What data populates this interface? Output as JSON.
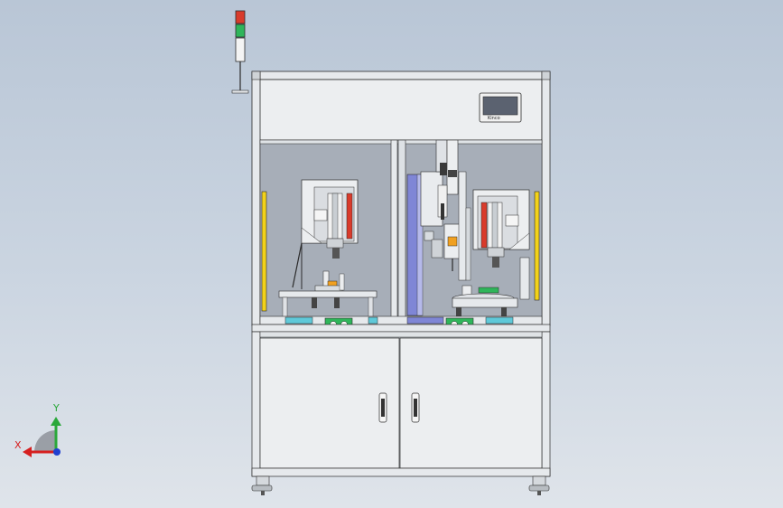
{
  "viewport": {
    "background_top": "#b9c6d6",
    "background_bottom": "#dfe4ea"
  },
  "machine": {
    "frame_color": "#e6e9ec",
    "panel_color": "#eceef0",
    "interior_color": "#a7aeb8",
    "outline_color": "#2b2b2b",
    "accent_yellow": "#f2d21a",
    "accent_blue": "#7f86d6",
    "accent_cyan": "#5fc9d9",
    "accent_green": "#2fb55a",
    "accent_red": "#d93b2b",
    "accent_orange": "#f0a020"
  },
  "signal_tower": {
    "lights": [
      "red",
      "green",
      "white"
    ]
  },
  "hmi": {
    "brand": "Kinco"
  },
  "axis_triad": {
    "x_label": "X",
    "y_label": "Y",
    "x_color": "#d62020",
    "y_color": "#2aa83a",
    "z_color": "#2040d0"
  }
}
